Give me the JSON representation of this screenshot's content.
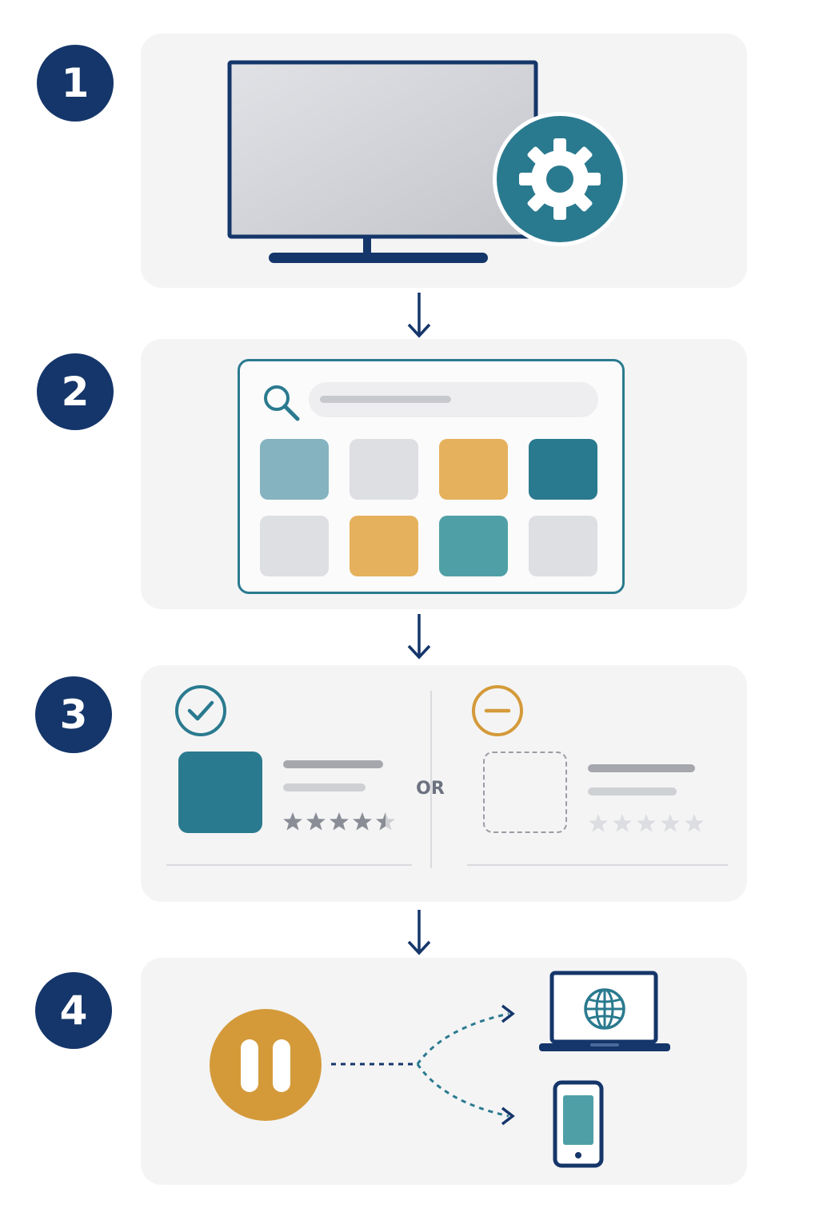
{
  "colors": {
    "navy": "#15366a",
    "teal": "#2a7a8f",
    "teal_light": "#85b3bf",
    "teal_mid": "#4fa0a6",
    "gold": "#e6b15c",
    "gold_dark": "#d49a3a",
    "gray_tile": "#dedfe2",
    "panel_bg": "#f4f4f5"
  },
  "steps": [
    {
      "number": "1",
      "icons": [
        "tv-icon",
        "gear-icon"
      ]
    },
    {
      "number": "2",
      "icons": [
        "search-icon"
      ]
    },
    {
      "number": "3",
      "icons": [
        "check-circle-icon",
        "minus-circle-icon",
        "star-icon"
      ],
      "separator_label": "OR"
    },
    {
      "number": "4",
      "icons": [
        "pause-icon",
        "laptop-icon",
        "globe-icon",
        "phone-icon"
      ]
    }
  ]
}
